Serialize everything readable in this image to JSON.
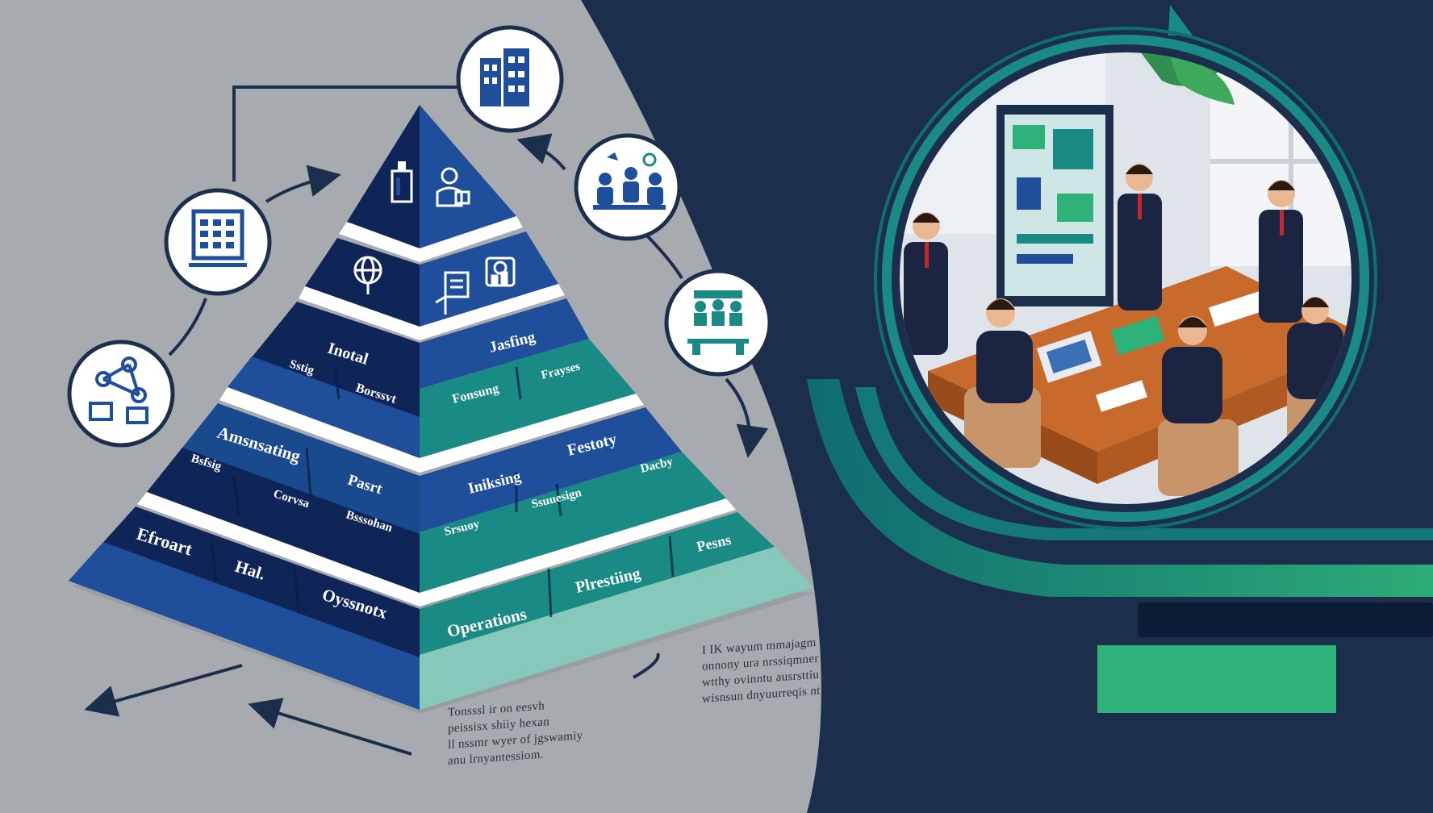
{
  "colors": {
    "background": "#a7abb0",
    "navy_panel": "#1b2e4b",
    "pyramid_dark": "#0f2557",
    "pyramid_blue": "#1f4e9a",
    "pyramid_mid": "#1a4a8e",
    "teal": "#1a8a84",
    "teal_light": "#86c8b9",
    "accent_green": "#2eb27a"
  },
  "pyramid": {
    "tiers": [
      {
        "tier": 1,
        "labels": [],
        "icons": [
          "building-icon",
          "person-icon"
        ]
      },
      {
        "tier": 2,
        "labels": [],
        "icons": [
          "globe-icon",
          "document-icon",
          "chart-icon"
        ]
      },
      {
        "tier": 3,
        "labels": [
          "Inotal",
          "Jasfing",
          "Sstig",
          "Borssvt",
          "Fonsung",
          "Frayses"
        ]
      },
      {
        "tier": 4,
        "labels": [
          "Amsnsating",
          "Festoty",
          "Bsfsig",
          "Pasrt",
          "Iniksing",
          "Dacby",
          "Corvsa",
          "Bsssohan",
          "Srsuoy",
          "Ssuuesign"
        ]
      },
      {
        "tier": 5,
        "labels": [
          "Efroart",
          "Hal.",
          "Oyssnotx",
          "Operations",
          "Plrestiing",
          "Pesns"
        ]
      }
    ]
  },
  "circle_icons": [
    {
      "name": "office-building-icon"
    },
    {
      "name": "team-meeting-icon"
    },
    {
      "name": "planner-board-icon"
    },
    {
      "name": "team-desk-icon"
    },
    {
      "name": "network-people-icon"
    }
  ],
  "scribbles": {
    "left": [
      "Tonsssl ir on eesvh",
      "peissisx shiiy hexan",
      "ll nssmr wyer of jgswamiy",
      "anu lrnyantessiom."
    ],
    "right": [
      "I IK wayum mmajagm",
      "onnony ura nrssiqmner Ainetty",
      "wtthy ovinntu ausrsttiu mast",
      "wisnsun dnyuurreqis ntisee"
    ]
  },
  "meeting_scene": {
    "description_icon": "meeting-room-scene"
  }
}
